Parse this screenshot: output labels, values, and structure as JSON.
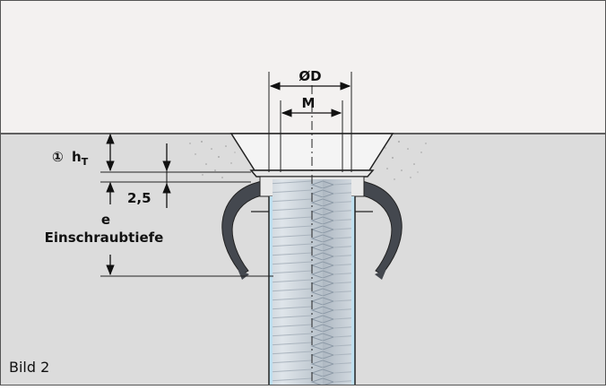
{
  "figure": {
    "label": "Bild 2",
    "dimensions": {
      "outer_diameter": "ØD",
      "thread": "M",
      "marker": "①",
      "head_height": "h",
      "head_height_sub": "T",
      "offset": "2,5",
      "depth_symbol": "e",
      "depth_text": "Einschraubtiefe"
    }
  },
  "colors": {
    "surface_top": "#f3f1f0",
    "part_body": "#dcdcdc",
    "insert_dark": "#44484f",
    "bore_highlight": "#bfe0f0"
  }
}
